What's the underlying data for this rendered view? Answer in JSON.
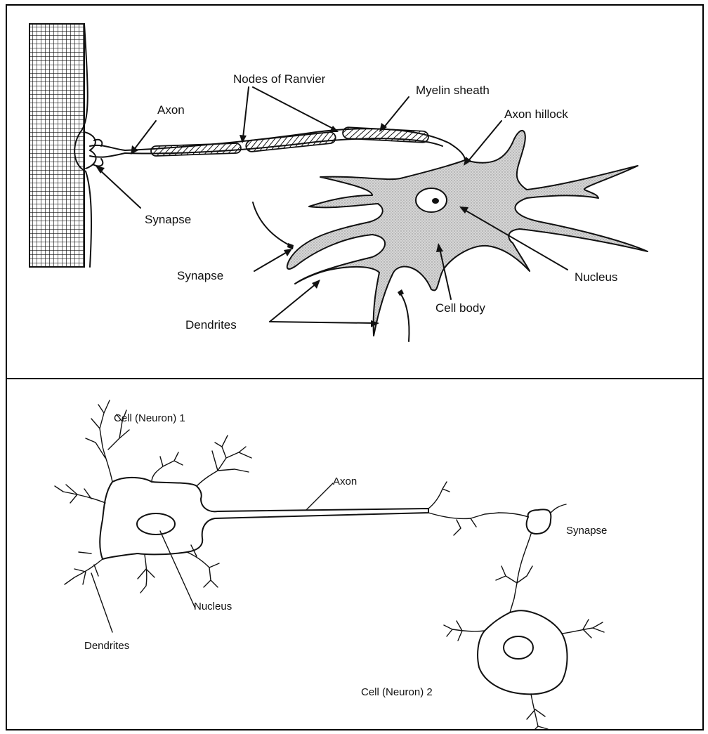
{
  "top_diagram": {
    "labels": {
      "axon": "Axon",
      "nodes_of_ranvier": "Nodes of Ranvier",
      "myelin_sheath": "Myelin sheath",
      "axon_hillock": "Axon hillock",
      "synapse_upper": "Synapse",
      "synapse_lower": "Synapse",
      "dendrites": "Dendrites",
      "cell_body": "Cell body",
      "nucleus": "Nucleus"
    }
  },
  "bottom_diagram": {
    "labels": {
      "cell_1": "Cell (Neuron) 1",
      "axon": "Axon",
      "synapse": "Synapse",
      "nucleus": "Nucleus",
      "dendrites": "Dendrites",
      "cell_2": "Cell (Neuron) 2"
    }
  },
  "colors": {
    "line": "#111111",
    "cell_body_fill": "#cfcfcf",
    "background": "#ffffff"
  }
}
